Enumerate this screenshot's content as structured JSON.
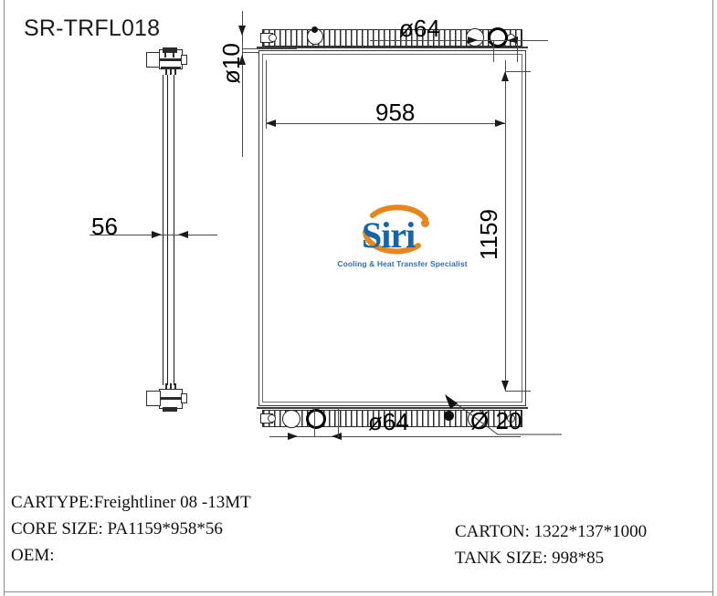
{
  "drawing": {
    "part_number": "SR-TRFL018"
  },
  "dimensions": {
    "top_port_spacing": "ø64",
    "bottom_port_spacing": "ø64",
    "core_width": "958",
    "core_height": "1159",
    "core_thickness": "56",
    "side_fitting_dia": "ø10",
    "drain_plug_dia": "Ø 20"
  },
  "specs_left": [
    "CARTYPE:Freightliner 08 -13MT",
    "CORE SIZE: PA1159*958*56",
    "OEM:"
  ],
  "specs_right": [
    "CARTON: 1322*137*1000",
    "TANK SIZE: 998*85"
  ],
  "logo": {
    "word": "Siri",
    "tagline": "Cooling & Heat Transfer Specialist",
    "word_color": "#1565a8",
    "arc_color": "#e8861e",
    "tagline_color": "#2e6fb5"
  },
  "colors": {
    "line": "#2b2b2b",
    "frame": "#8a8a8a",
    "text": "#111111",
    "background": "#ffffff"
  }
}
